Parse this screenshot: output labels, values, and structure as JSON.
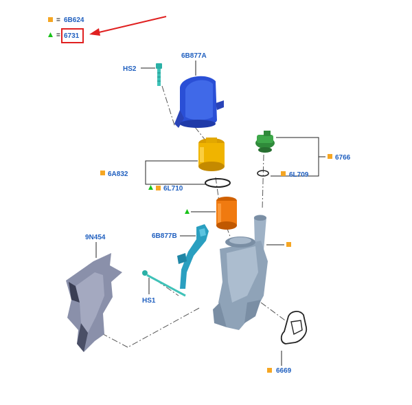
{
  "legend": [
    {
      "marker": "square",
      "color": "#f5a623",
      "eq": "=",
      "code": "6B624"
    },
    {
      "marker": "triangle",
      "color": "#19c219",
      "eq": "=",
      "code": "6731"
    }
  ],
  "labels": {
    "hs2": "HS2",
    "cap_6b877a": "6B877A",
    "code_6a832": "6A832",
    "code_6l710": "6L710",
    "code_6766": "6766",
    "code_6l709": "6L709",
    "code_6b877b": "6B877B",
    "code_9n454": "9N454",
    "hs1": "HS1",
    "code_6669": "6669"
  },
  "colors": {
    "label_text": "#1f5fbf",
    "square_marker": "#f5a623",
    "triangle_marker": "#19c219",
    "highlight_box": "#e02020",
    "arrow": "#e02020",
    "cover_blue": "#2a4fd6",
    "filter_yellow": "#f0b400",
    "filter_orange": "#f07a10",
    "cap_green": "#2f8a3a",
    "bracket_cyan": "#2a9fc0",
    "housing_gray": "#8fa3b8",
    "shield_gray": "#8a90aa"
  }
}
